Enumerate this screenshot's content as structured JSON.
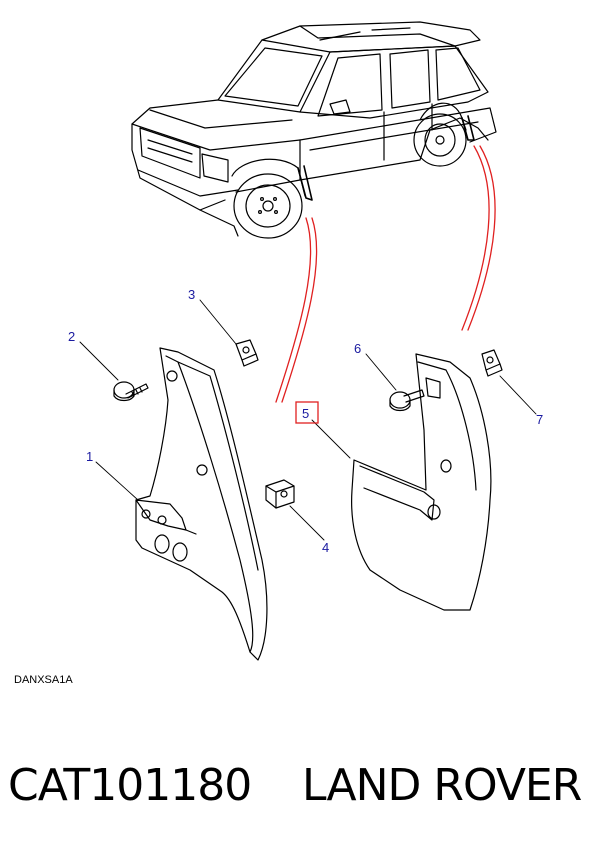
{
  "diagram": {
    "callouts": [
      {
        "id": "1",
        "label": "1"
      },
      {
        "id": "2",
        "label": "2"
      },
      {
        "id": "3",
        "label": "3"
      },
      {
        "id": "4",
        "label": "4"
      },
      {
        "id": "5",
        "label": "5"
      },
      {
        "id": "6",
        "label": "6"
      },
      {
        "id": "7",
        "label": "7"
      }
    ],
    "drawing_code": "DANXSA1A",
    "colors": {
      "callout": "#1a1aa0",
      "highlight": "#e02020",
      "line": "#000000"
    }
  },
  "caption": {
    "part_number": "CAT101180",
    "brand": "LAND ROVER"
  }
}
